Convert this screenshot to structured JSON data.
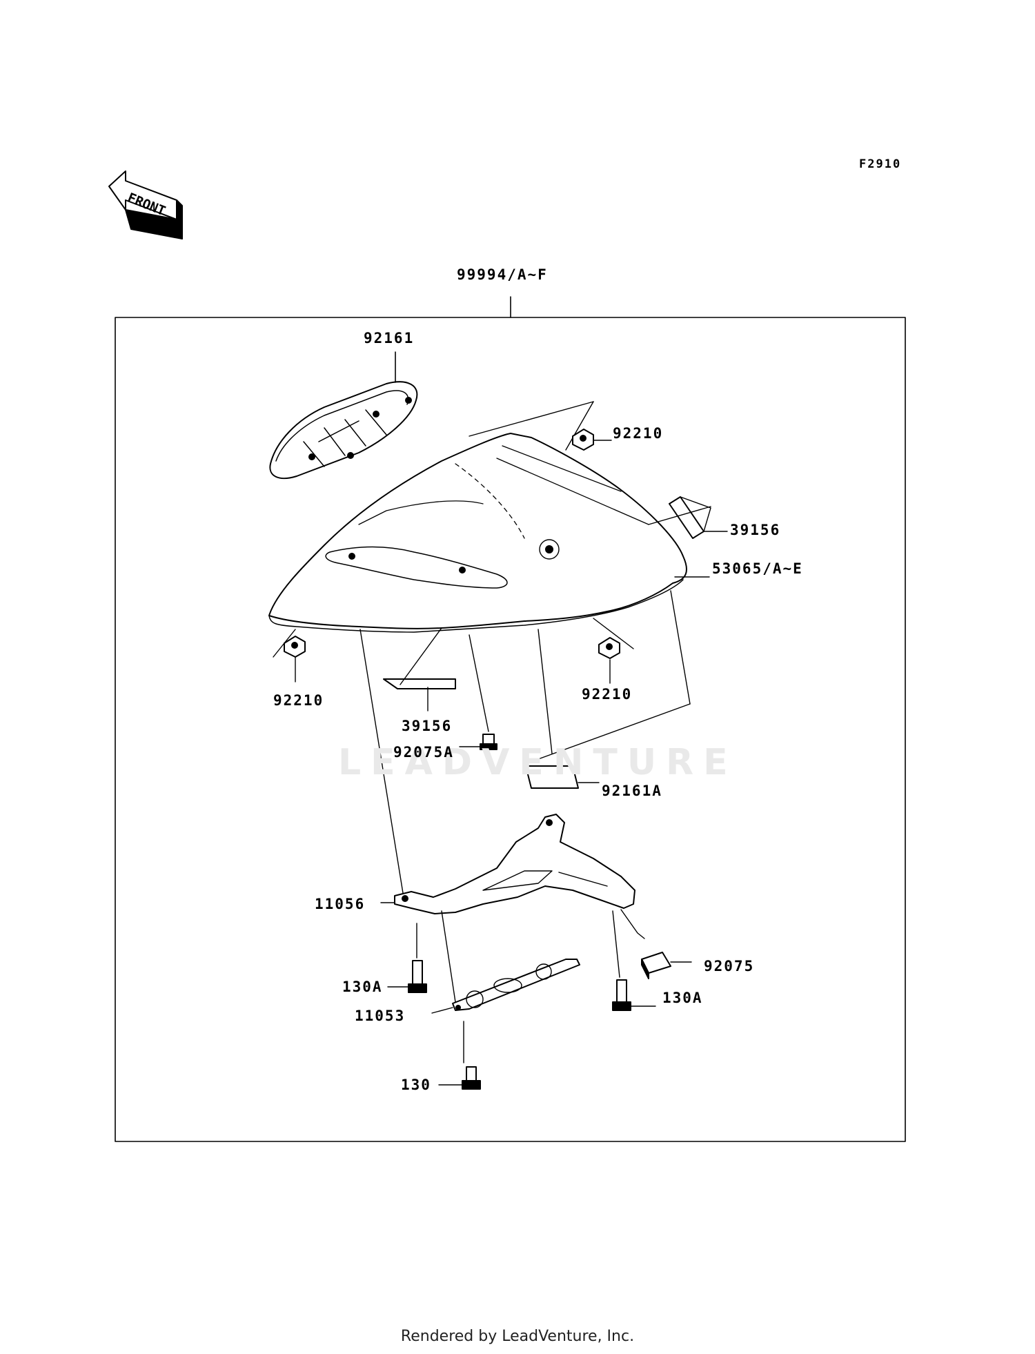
{
  "diagram_code": "F2910",
  "front_indicator": "FRONT",
  "assembly_label": "99994/A~F",
  "parts": [
    {
      "id": "p92161",
      "label": "92161"
    },
    {
      "id": "p92210_top",
      "label": "92210"
    },
    {
      "id": "p39156_right",
      "label": "39156"
    },
    {
      "id": "p53065",
      "label": "53065/A~E"
    },
    {
      "id": "p92210_left",
      "label": "92210"
    },
    {
      "id": "p92210_right",
      "label": "92210"
    },
    {
      "id": "p39156_center",
      "label": "39156"
    },
    {
      "id": "p92075A",
      "label": "92075A"
    },
    {
      "id": "p92161A",
      "label": "92161A"
    },
    {
      "id": "p11056",
      "label": "11056"
    },
    {
      "id": "p92075",
      "label": "92075"
    },
    {
      "id": "p130A_left",
      "label": "130A"
    },
    {
      "id": "p130A_right",
      "label": "130A"
    },
    {
      "id": "p11053",
      "label": "11053"
    },
    {
      "id": "p130",
      "label": "130"
    }
  ],
  "watermark": "LEADVENTURE",
  "footer": "Rendered by LeadVenture, Inc."
}
